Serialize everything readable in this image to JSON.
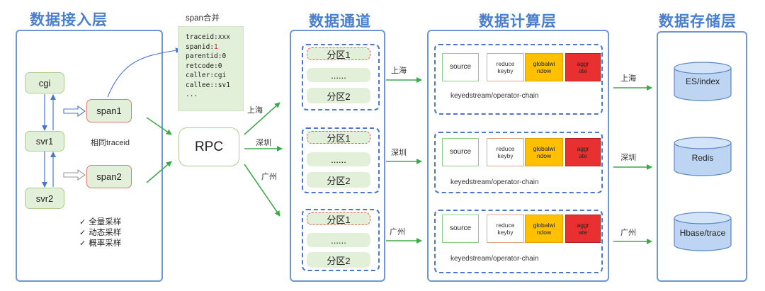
{
  "titles": {
    "access": "数据接入层",
    "channel": "数据通道",
    "compute": "数据计算层",
    "storage": "数据存储层"
  },
  "access": {
    "nodes": [
      "cgi",
      "svr1",
      "svr2"
    ],
    "spans": [
      "span1",
      "span2"
    ],
    "same_traceid": "相同traceid",
    "sampling": [
      "全量采样",
      "动态采样",
      "概率采样"
    ]
  },
  "span_merge": {
    "title": "span合并",
    "lines": [
      {
        "key": "traceid:",
        "value": "xxx",
        "highlight": false
      },
      {
        "key": "spanid:",
        "value": "1",
        "highlight": true
      },
      {
        "key": "parentid:",
        "value": "0",
        "highlight": false
      },
      {
        "key": "retcode:",
        "value": "0",
        "highlight": false
      },
      {
        "key": "caller:",
        "value": "cgi",
        "highlight": false
      },
      {
        "key": "callee::",
        "value": "sv1",
        "highlight": false
      },
      {
        "key": "...",
        "value": "",
        "highlight": false
      }
    ]
  },
  "rpc": {
    "label": "RPC"
  },
  "route_cities": [
    "上海",
    "深圳",
    "广州"
  ],
  "channel": {
    "groups": [
      {
        "partitions": [
          "分区1",
          "......",
          "分区2"
        ]
      },
      {
        "partitions": [
          "分区1",
          "......",
          "分区2"
        ]
      },
      {
        "partitions": [
          "分区1",
          "......",
          "分区2"
        ]
      }
    ],
    "out_cities": [
      "上海",
      "深圳",
      "广州"
    ]
  },
  "compute": {
    "ops": [
      "source",
      "reduce\nkeyby",
      "globalwi\nndow",
      "aggr\nate"
    ],
    "chain_label": "keyedstream/operator-chain",
    "out_cities": [
      "上海",
      "深圳",
      "广州"
    ]
  },
  "storage": {
    "dbs": [
      "ES/index",
      "Redis",
      "Hbase/trace"
    ]
  },
  "colors": {
    "title": "#4a7fd0",
    "panel_border": "#6f95d4",
    "node_fill": "#e2efd9",
    "arrow_green": "#3fa94a",
    "arrow_blue": "#4a78c8",
    "db_fill": "#bdd5f3",
    "global_window": "#ffc000",
    "aggregate": "#e83030"
  }
}
